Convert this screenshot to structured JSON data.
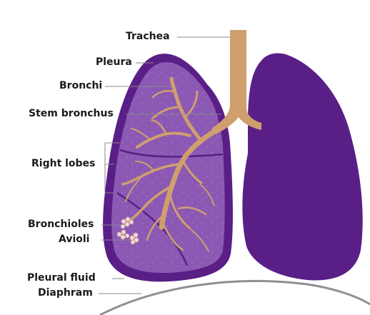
{
  "labels": {
    "trachea": "Trachea",
    "pleura": "Pleura",
    "bronchi": "Bronchi",
    "stem_bronchus": "Stem bronchus",
    "right_lobes": "Right lobes",
    "bronchioles": "Bronchioles",
    "avioli": "Avioli",
    "pleural_fluid": "Pleural fluid",
    "diaphram": "Diaphram"
  },
  "colors": {
    "lung_dark": "#5a1f86",
    "lung_pleura_fill": "#7b45a8",
    "lung_inner": "#8b58b4",
    "airway": "#cf9f6e",
    "alveoli": "#f4d7cf",
    "leader_line": "#8a8a8a",
    "diaphragm": "#8f8f8f",
    "label_text": "#1a1a1a"
  }
}
